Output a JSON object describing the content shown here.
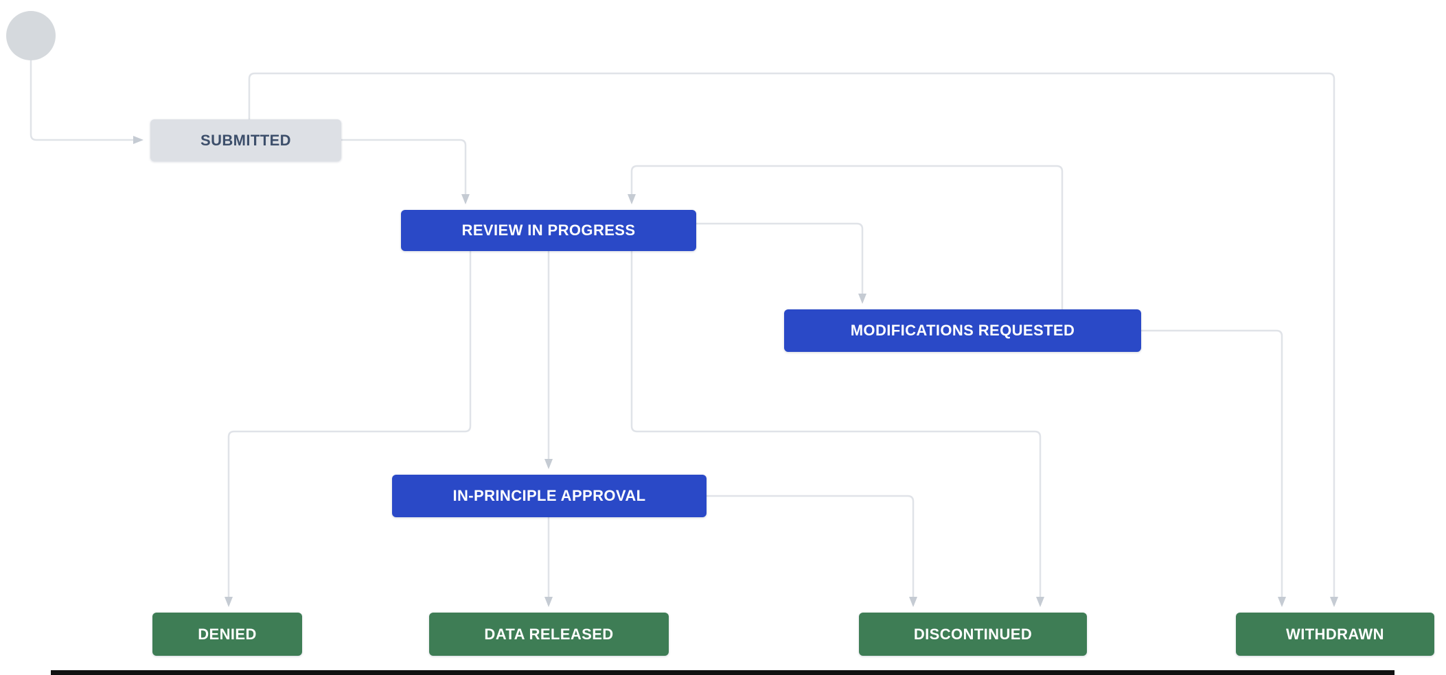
{
  "page": {
    "background": "#ffffff"
  },
  "diagram": {
    "type": "workflow",
    "start_node": {
      "name": "start",
      "color": "#d5d9dd"
    },
    "statuses": [
      {
        "id": "submitted",
        "label": "SUBMITTED",
        "category": "todo",
        "color": "#dde0e5",
        "text_color": "#3d4f6b"
      },
      {
        "id": "review-in-progress",
        "label": "REVIEW IN PROGRESS",
        "category": "in-progress",
        "color": "#2a49c7",
        "text_color": "#ffffff"
      },
      {
        "id": "modifications-requested",
        "label": "MODIFICATIONS REQUESTED",
        "category": "in-progress",
        "color": "#2a49c7",
        "text_color": "#ffffff"
      },
      {
        "id": "in-principle-approval",
        "label": "IN-PRINCIPLE APPROVAL",
        "category": "in-progress",
        "color": "#2a49c7",
        "text_color": "#ffffff"
      },
      {
        "id": "denied",
        "label": "DENIED",
        "category": "done",
        "color": "#3e7d55",
        "text_color": "#ffffff"
      },
      {
        "id": "data-released",
        "label": "DATA RELEASED",
        "category": "done",
        "color": "#3e7d55",
        "text_color": "#ffffff"
      },
      {
        "id": "discontinued",
        "label": "DISCONTINUED",
        "category": "done",
        "color": "#3e7d55",
        "text_color": "#ffffff"
      },
      {
        "id": "withdrawn",
        "label": "WITHDRAWN",
        "category": "done",
        "color": "#3e7d55",
        "text_color": "#ffffff"
      }
    ],
    "transitions": [
      {
        "from": "start",
        "to": "submitted"
      },
      {
        "from": "submitted",
        "to": "review-in-progress"
      },
      {
        "from": "submitted",
        "to": "withdrawn"
      },
      {
        "from": "review-in-progress",
        "to": "modifications-requested"
      },
      {
        "from": "modifications-requested",
        "to": "review-in-progress"
      },
      {
        "from": "review-in-progress",
        "to": "denied"
      },
      {
        "from": "review-in-progress",
        "to": "in-principle-approval"
      },
      {
        "from": "review-in-progress",
        "to": "discontinued"
      },
      {
        "from": "in-principle-approval",
        "to": "data-released"
      },
      {
        "from": "in-principle-approval",
        "to": "discontinued"
      },
      {
        "from": "modifications-requested",
        "to": "withdrawn"
      }
    ],
    "connector": {
      "line_color": "#e0e3e8",
      "arrow_color": "#c5cbd3"
    }
  }
}
